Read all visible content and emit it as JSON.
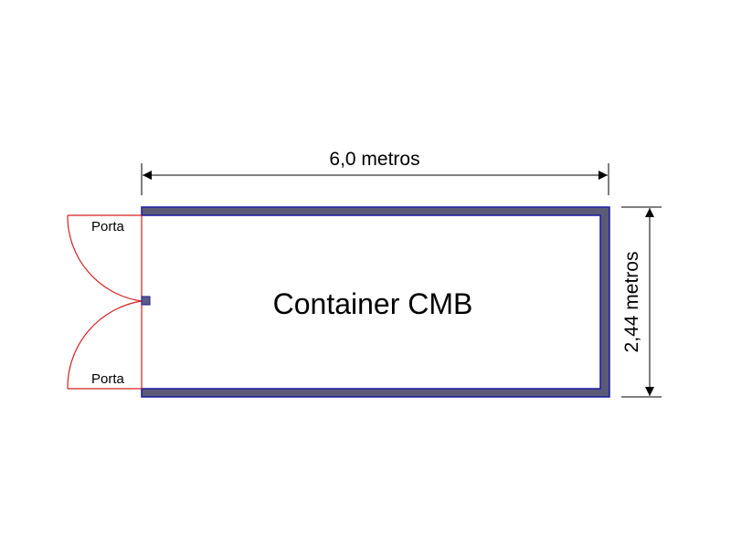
{
  "diagram": {
    "title": "Container CMB",
    "length_label": "6,0 metros",
    "width_label": "2,44 metros",
    "door_top_label": "Porta",
    "door_bottom_label": "Porta"
  },
  "colors": {
    "wall_fill": "#5b5b78",
    "wall_stroke": "#1a1aa0",
    "door": "#d42020",
    "hinge_fill": "#5b5b90",
    "hinge_stroke": "#1a1a80",
    "dimension": "#000000"
  }
}
